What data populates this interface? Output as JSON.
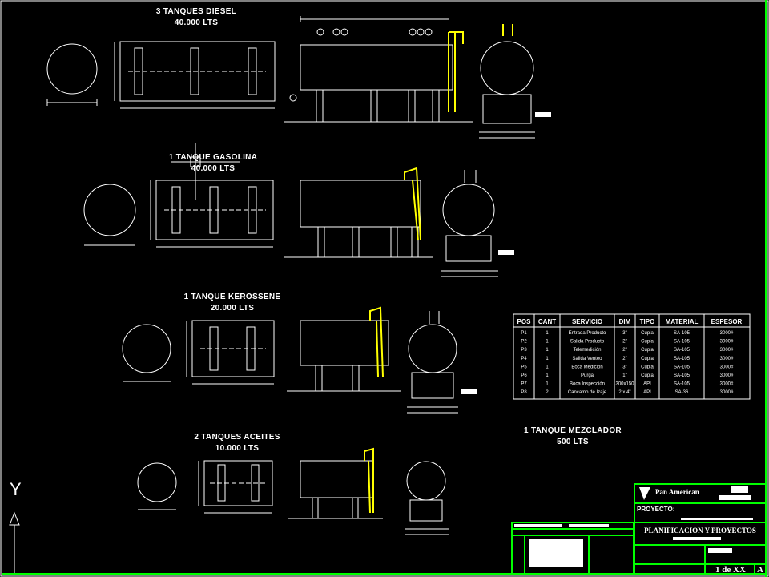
{
  "titles": {
    "diesel": [
      "3 TANQUES DIESEL",
      "40.000 LTS"
    ],
    "gasolina": [
      "1 TANQUE GASOLINA",
      "40.000 LTS"
    ],
    "kerossene": [
      "1 TANQUE KEROSSENE",
      "20.000 LTS"
    ],
    "aceites": [
      "2 TANQUES ACEITES",
      "10.000 LTS"
    ],
    "mezclador": [
      "1 TANQUE MEZCLADOR",
      "500 LTS"
    ]
  },
  "nozzle_table": {
    "headers": [
      "POS",
      "CANT",
      "SERVICIO",
      "DIM",
      "TIPO",
      "MATERIAL",
      "ESPESOR"
    ],
    "rows": [
      [
        "P1",
        "1",
        "Entrada Producto",
        "3\"",
        "Cupla",
        "SA-105",
        "3000#"
      ],
      [
        "P2",
        "1",
        "Salida Producto",
        "2\"",
        "Cupla",
        "SA-105",
        "3000#"
      ],
      [
        "P3",
        "1",
        "Telemedición",
        "2\"",
        "Cupla",
        "SA-105",
        "3000#"
      ],
      [
        "P4",
        "1",
        "Salida Venteo",
        "2\"",
        "Cupla",
        "SA-105",
        "3000#"
      ],
      [
        "P5",
        "1",
        "Boca Medición",
        "3\"",
        "Cupla",
        "SA-105",
        "3000#"
      ],
      [
        "P6",
        "1",
        "Purga",
        "1\"",
        "Cupla",
        "SA-105",
        "3000#"
      ],
      [
        "P7",
        "1",
        "Boca Inspección",
        "300x150",
        "API",
        "SA-105",
        "3000#"
      ],
      [
        "P8",
        "2",
        "Cancamo de Izaje",
        "2 x 4\"",
        "API",
        "SA-36",
        "3000#"
      ]
    ]
  },
  "title_block": {
    "company": "Pan American",
    "project_label": "PROYECTO:",
    "department": "PLANIFICACION  Y  PROYECTOS",
    "sheet": "1 de XX",
    "revision": "A"
  },
  "axis_label": "Y"
}
